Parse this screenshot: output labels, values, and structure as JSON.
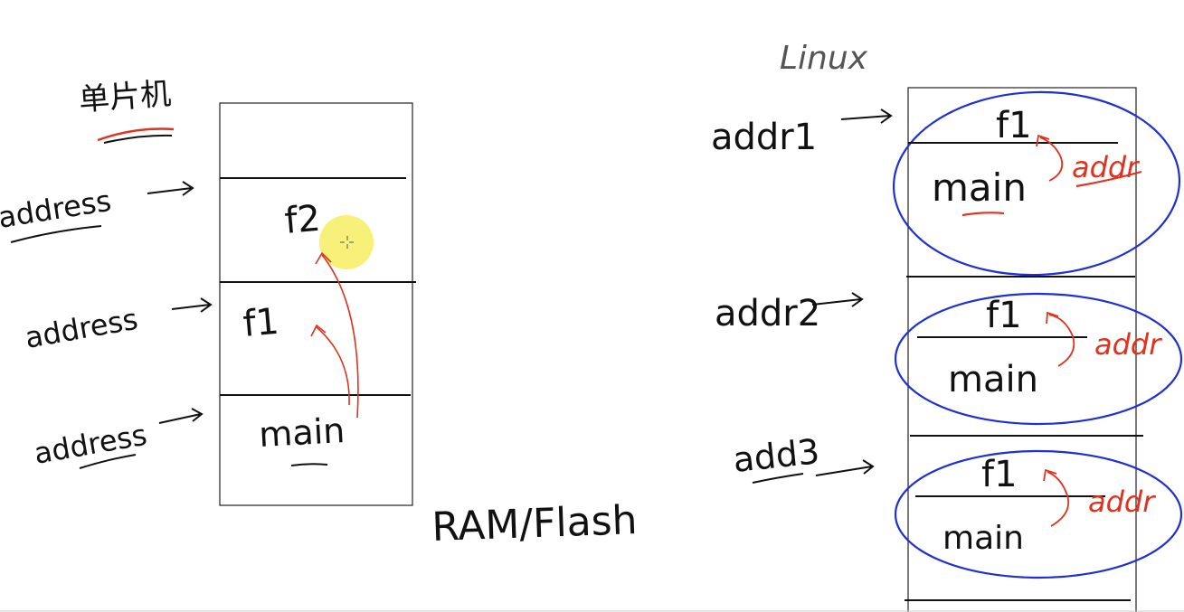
{
  "left": {
    "title": "单片机",
    "address_labels": [
      "address",
      "address",
      "address"
    ],
    "blocks": [
      "f2",
      "f1",
      "main"
    ],
    "memory_label": "RAM/Flash"
  },
  "right": {
    "title": "Linux",
    "address_labels": [
      "addr1",
      "addr2",
      "add3"
    ],
    "groups": [
      {
        "top": "f1",
        "bottom": "main",
        "ret": "addr"
      },
      {
        "top": "f1",
        "bottom": "main",
        "ret": "addr"
      },
      {
        "top": "f1",
        "bottom": "main",
        "ret": "addr"
      }
    ]
  },
  "colors": {
    "ink": "#111111",
    "annotation_red": "#e0321e",
    "circle_blue": "#1f2fd6",
    "cursor_highlight": "#f7ef6a"
  }
}
